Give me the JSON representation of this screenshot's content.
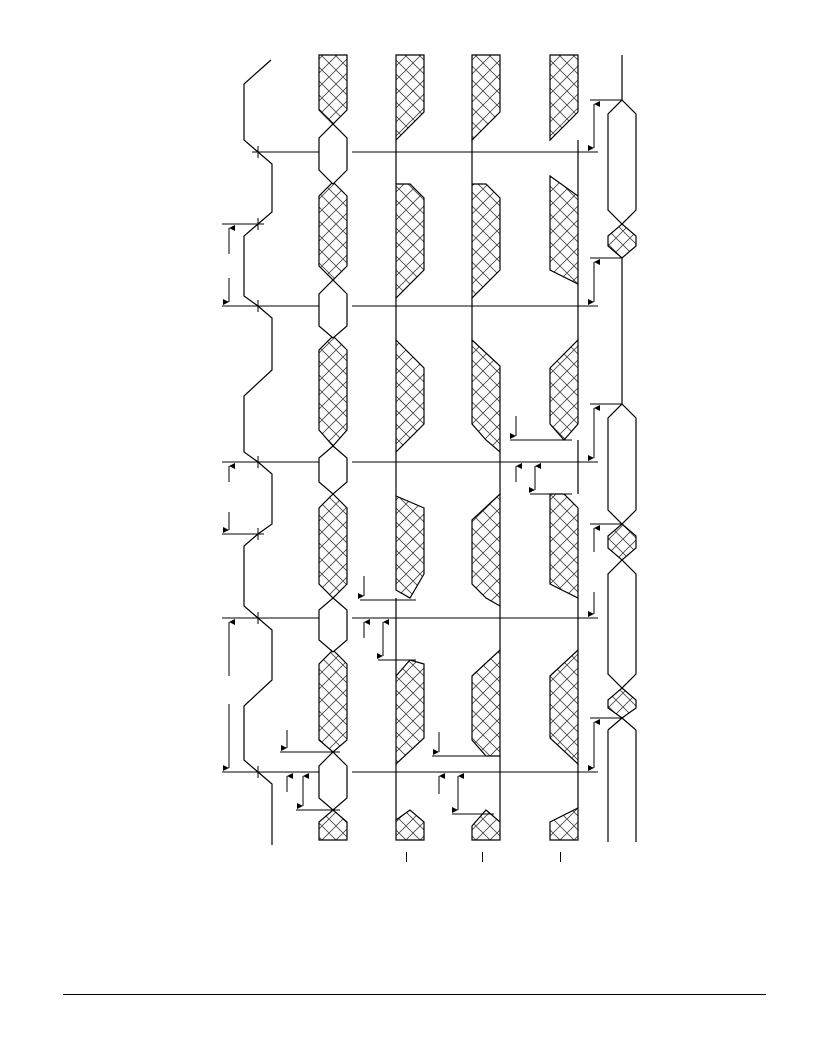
{
  "document": {
    "type": "rotated timing diagram",
    "stroke_color": "#000000",
    "hatch_color": "#555555",
    "background": "#ffffff"
  },
  "signals": [
    {
      "name": "",
      "kind": "clock"
    },
    {
      "name": "",
      "kind": "address-bus"
    },
    {
      "name": "",
      "kind": "data-bus"
    },
    {
      "name": "",
      "kind": "data-bus"
    },
    {
      "name": "",
      "kind": "data-bus"
    },
    {
      "name": "",
      "kind": "strobe"
    }
  ]
}
